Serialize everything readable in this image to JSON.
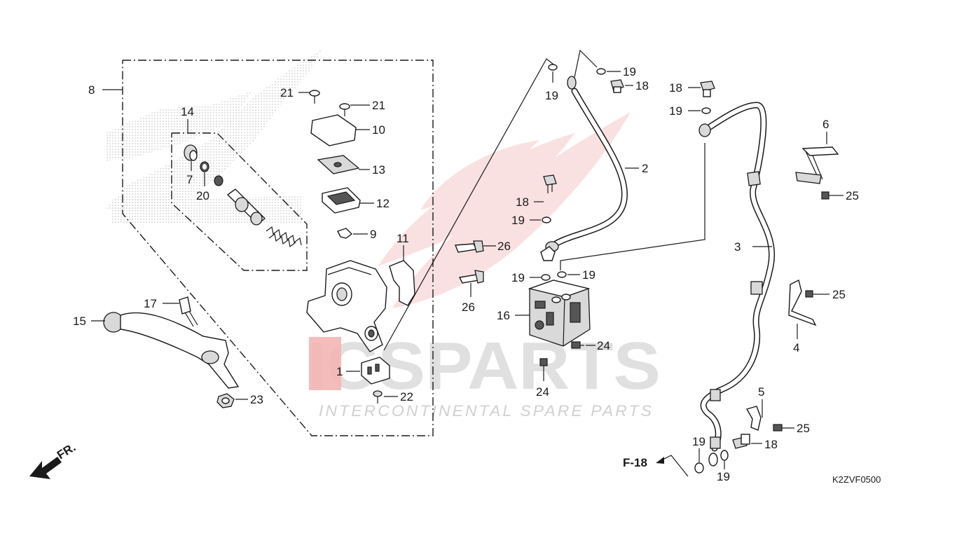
{
  "diagram_code": "K2ZVF0500",
  "ref_label": "F-18",
  "direction_label": "FR.",
  "watermark": {
    "brand": "ICSPARTS",
    "tagline": "INTERCONTINENTAL SPARE PARTS"
  },
  "labels": {
    "p1": "1",
    "p2": "2",
    "p3": "3",
    "p4": "4",
    "p5": "5",
    "p6": "6",
    "p7": "7",
    "p8": "8",
    "p9": "9",
    "p10": "10",
    "p11": "11",
    "p12": "12",
    "p13": "13",
    "p14": "14",
    "p15": "15",
    "p16": "16",
    "p17": "17",
    "p18": "18",
    "p19": "19",
    "p20": "20",
    "p21": "21",
    "p22": "22",
    "p23": "23",
    "p24": "24",
    "p25": "25",
    "p26": "26"
  },
  "colors": {
    "line": "#1a1a1a",
    "watermark_red": "#e53935",
    "watermark_grey": "#9e9e9e",
    "wing_red": "#f6c9c9",
    "dots_grey": "#b5b5b5"
  }
}
